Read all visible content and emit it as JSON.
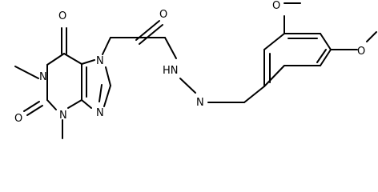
{
  "figure": {
    "background": "#ffffff",
    "stroke": "#000000"
  },
  "atoms": {
    "o_ring_top": "O",
    "n1": "N",
    "o_ring_bottom": "O",
    "n3": "N",
    "n7": "N",
    "n9": "N",
    "o_amide": "O",
    "nh": "HN",
    "n_imine": "N",
    "o_methoxy_top": "O",
    "o_methoxy_right": "O"
  }
}
